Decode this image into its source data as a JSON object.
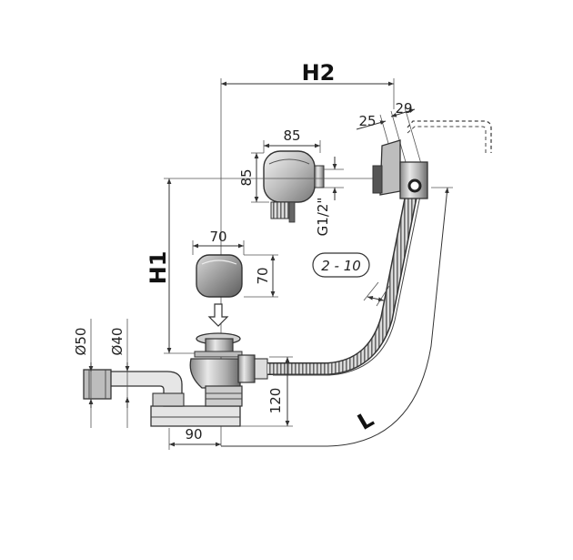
{
  "labels": {
    "h1": "H1",
    "h2": "H2",
    "l": "L",
    "w85": "85",
    "h85": "85",
    "g12": "G1/2\"",
    "w70": "70",
    "h70": "70",
    "d25": "25",
    "d29": "29",
    "range": "2 - 10",
    "d50": "Ø50",
    "d40": "Ø40",
    "d90": "90",
    "d120": "120"
  },
  "colors": {
    "line": "#333333",
    "metal_light": "#e6e6e6",
    "metal_mid": "#b5b5b5",
    "metal_dark": "#555555",
    "rubber": "#3a3a3a"
  }
}
